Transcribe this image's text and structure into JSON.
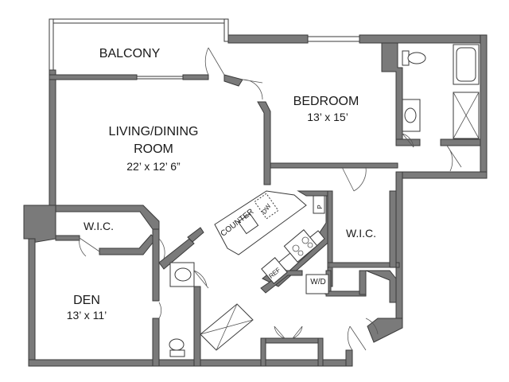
{
  "rooms": {
    "balcony": {
      "name": "BALCONY"
    },
    "living": {
      "name_line1": "LIVING/DINING",
      "name_line2": "ROOM",
      "size": "22’ x 12’ 6”"
    },
    "bedroom": {
      "name": "BEDROOM",
      "size": "13’ x 15’"
    },
    "den": {
      "name": "DEN",
      "size": "13’ x 11’"
    },
    "wic_den": {
      "name": "W.I.C."
    },
    "wic_bed": {
      "name": "W.I.C."
    }
  },
  "fixtures": {
    "counter": "COUNTER",
    "dishwasher": "DW",
    "pantry": "P",
    "refrigerator": "REF",
    "washer_dryer": "W/D"
  }
}
